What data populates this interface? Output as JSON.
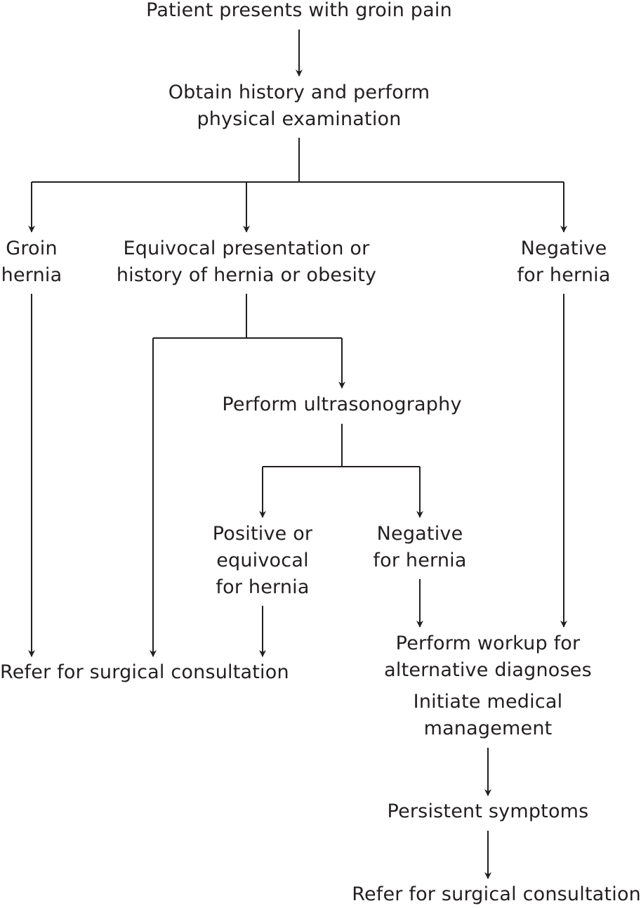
{
  "flowchart": {
    "start": "Patient presents with groin pain",
    "history_exam": [
      "Obtain history and perform",
      "physical examination"
    ],
    "groin_hernia": [
      "Groin",
      "hernia"
    ],
    "equivocal": [
      "Equivocal presentation or",
      "history of hernia or obesity"
    ],
    "negative_exam": [
      "Negative",
      "for hernia"
    ],
    "ultrasonography": "Perform ultrasonography",
    "us_positive": [
      "Positive or",
      "equivocal",
      "for hernia"
    ],
    "us_negative": [
      "Negative",
      "for hernia"
    ],
    "refer_left": "Refer for surgical consultation",
    "workup": [
      "Perform workup for",
      "alternative diagnoses"
    ],
    "medical_management": [
      "Initiate medical",
      "management"
    ],
    "persistent": "Persistent symptoms",
    "refer_bottom": "Refer for surgical consultation"
  },
  "colors": {
    "line": "#231f20",
    "text": "#231f20",
    "background": "#ffffff"
  }
}
